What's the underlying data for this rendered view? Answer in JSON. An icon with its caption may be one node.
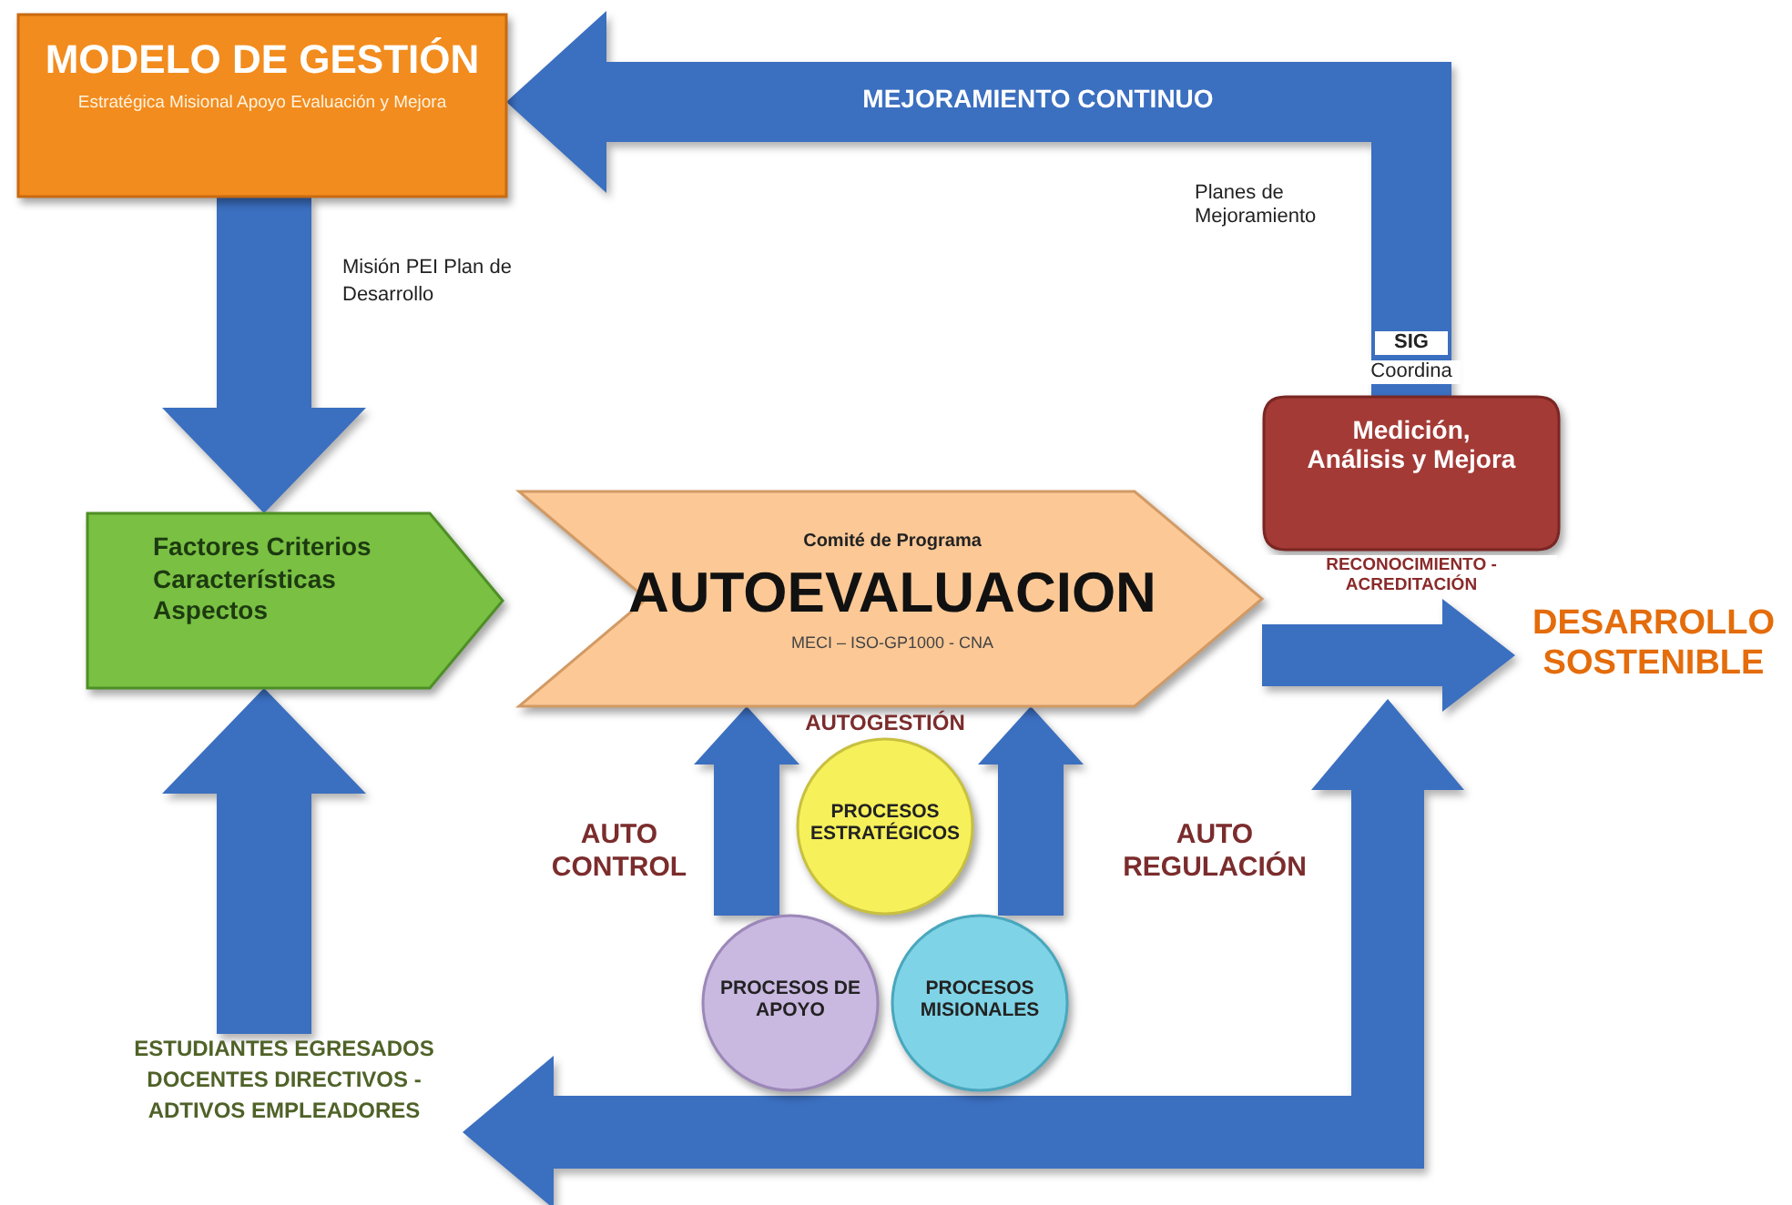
{
  "diagram": {
    "nodes": [
      {
        "text": [
          "MODELO DE GESTIÓN",
          "Estratégica Misional Apoyo Evaluación y Mejora"
        ]
      },
      {
        "text": [
          "Factores Criterios Características Aspectos"
        ]
      },
      {
        "text": [
          "Comité de Programa",
          "AUTOEVALUACION",
          "MECI – ISO-GP1000 - CNA"
        ]
      },
      {
        "text": [
          "Medición, Análisis y Mejora"
        ],
        "beside": [
          "SIG",
          "Coordina",
          "RECONOCIMIENTO - ACREDITACIÓN"
        ]
      },
      {
        "text": [
          "DESARROLLO SOSTENIBLE"
        ]
      },
      {
        "text": [
          "ESTUDIANTES EGRESADOS DOCENTES DIRECTIVOS - ADTIVOS EMPLEADORES"
        ]
      },
      {
        "text": [
          "PROCESOS ESTRATÉGICOS"
        ]
      },
      {
        "text": [
          "PROCESOS DE APOYO"
        ]
      },
      {
        "text": [
          "PROCESOS MISIONALES"
        ]
      }
    ],
    "edges": [
      {
        "from": 3,
        "to": 0,
        "arrow": "to",
        "label": "MEJORAMIENTO CONTINUO"
      },
      {
        "from": 0,
        "to": 1,
        "arrow": "to"
      },
      {
        "from": 5,
        "to": 1,
        "arrow": "to"
      },
      {
        "from": 2,
        "to": 4,
        "arrow": "to"
      },
      {
        "from": 4,
        "to": 5,
        "arrow": "both"
      },
      {
        "from": 7,
        "to": 2,
        "arrow": "to"
      },
      {
        "from": 8,
        "to": 2,
        "arrow": "to"
      }
    ],
    "labels": [
      "Planes de Mejoramiento",
      "Misión PEI Plan de Desarrollo",
      "AUTOGESTIÓN",
      "AUTO CONTROL",
      "AUTO REGULACIÓN"
    ]
  }
}
